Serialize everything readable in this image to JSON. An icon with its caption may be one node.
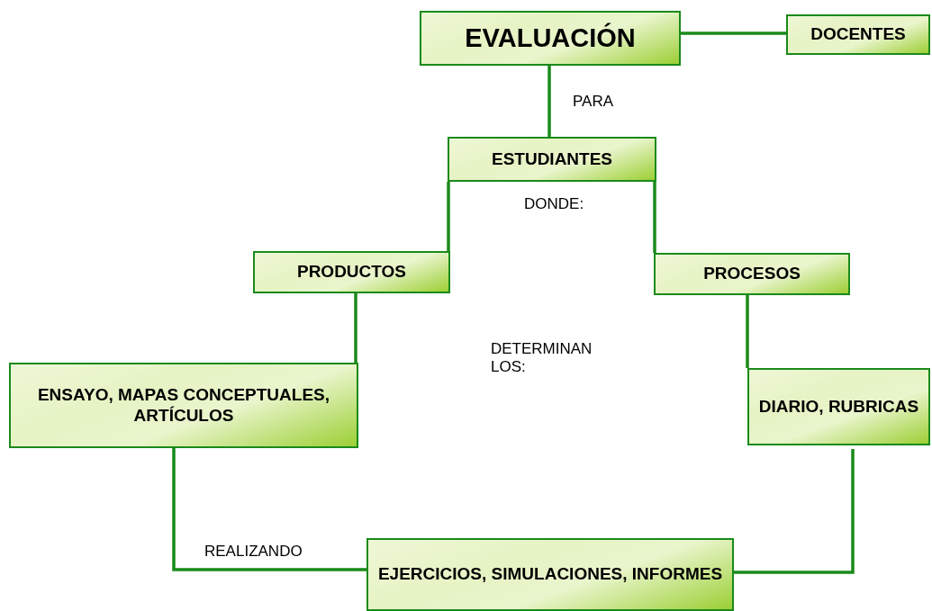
{
  "diagram": {
    "nodes": [
      {
        "text": [
          "EVALUACIÓN"
        ]
      },
      {
        "text": [
          "DOCENTES"
        ]
      },
      {
        "text": [
          "ESTUDIANTES"
        ]
      },
      {
        "text": [
          "PRODUCTOS"
        ]
      },
      {
        "text": [
          "PROCESOS"
        ]
      },
      {
        "text": [
          "ENSAYO, MAPAS CONCEPTUALES, ARTÍCULOS"
        ]
      },
      {
        "text": [
          "DIARIO, RUBRICAS"
        ]
      },
      {
        "text": [
          "EJERCICIOS, SIMULACIONES, INFORMES"
        ]
      }
    ],
    "edges": [
      {
        "from": 0,
        "to": 1,
        "arrow": "none"
      },
      {
        "from": 0,
        "to": 2,
        "arrow": "none",
        "label": "PARA"
      },
      {
        "from": 2,
        "to": 3,
        "arrow": "none"
      },
      {
        "from": 2,
        "to": 4,
        "arrow": "none"
      },
      {
        "from": 3,
        "to": 5,
        "arrow": "none"
      },
      {
        "from": 4,
        "to": 6,
        "arrow": "none"
      },
      {
        "from": 5,
        "to": 7,
        "arrow": "none",
        "label": "REALIZANDO"
      },
      {
        "from": 6,
        "to": 7,
        "arrow": "none"
      }
    ],
    "labels": [
      "DONDE:",
      "DETERMINAN LOS:"
    ]
  }
}
